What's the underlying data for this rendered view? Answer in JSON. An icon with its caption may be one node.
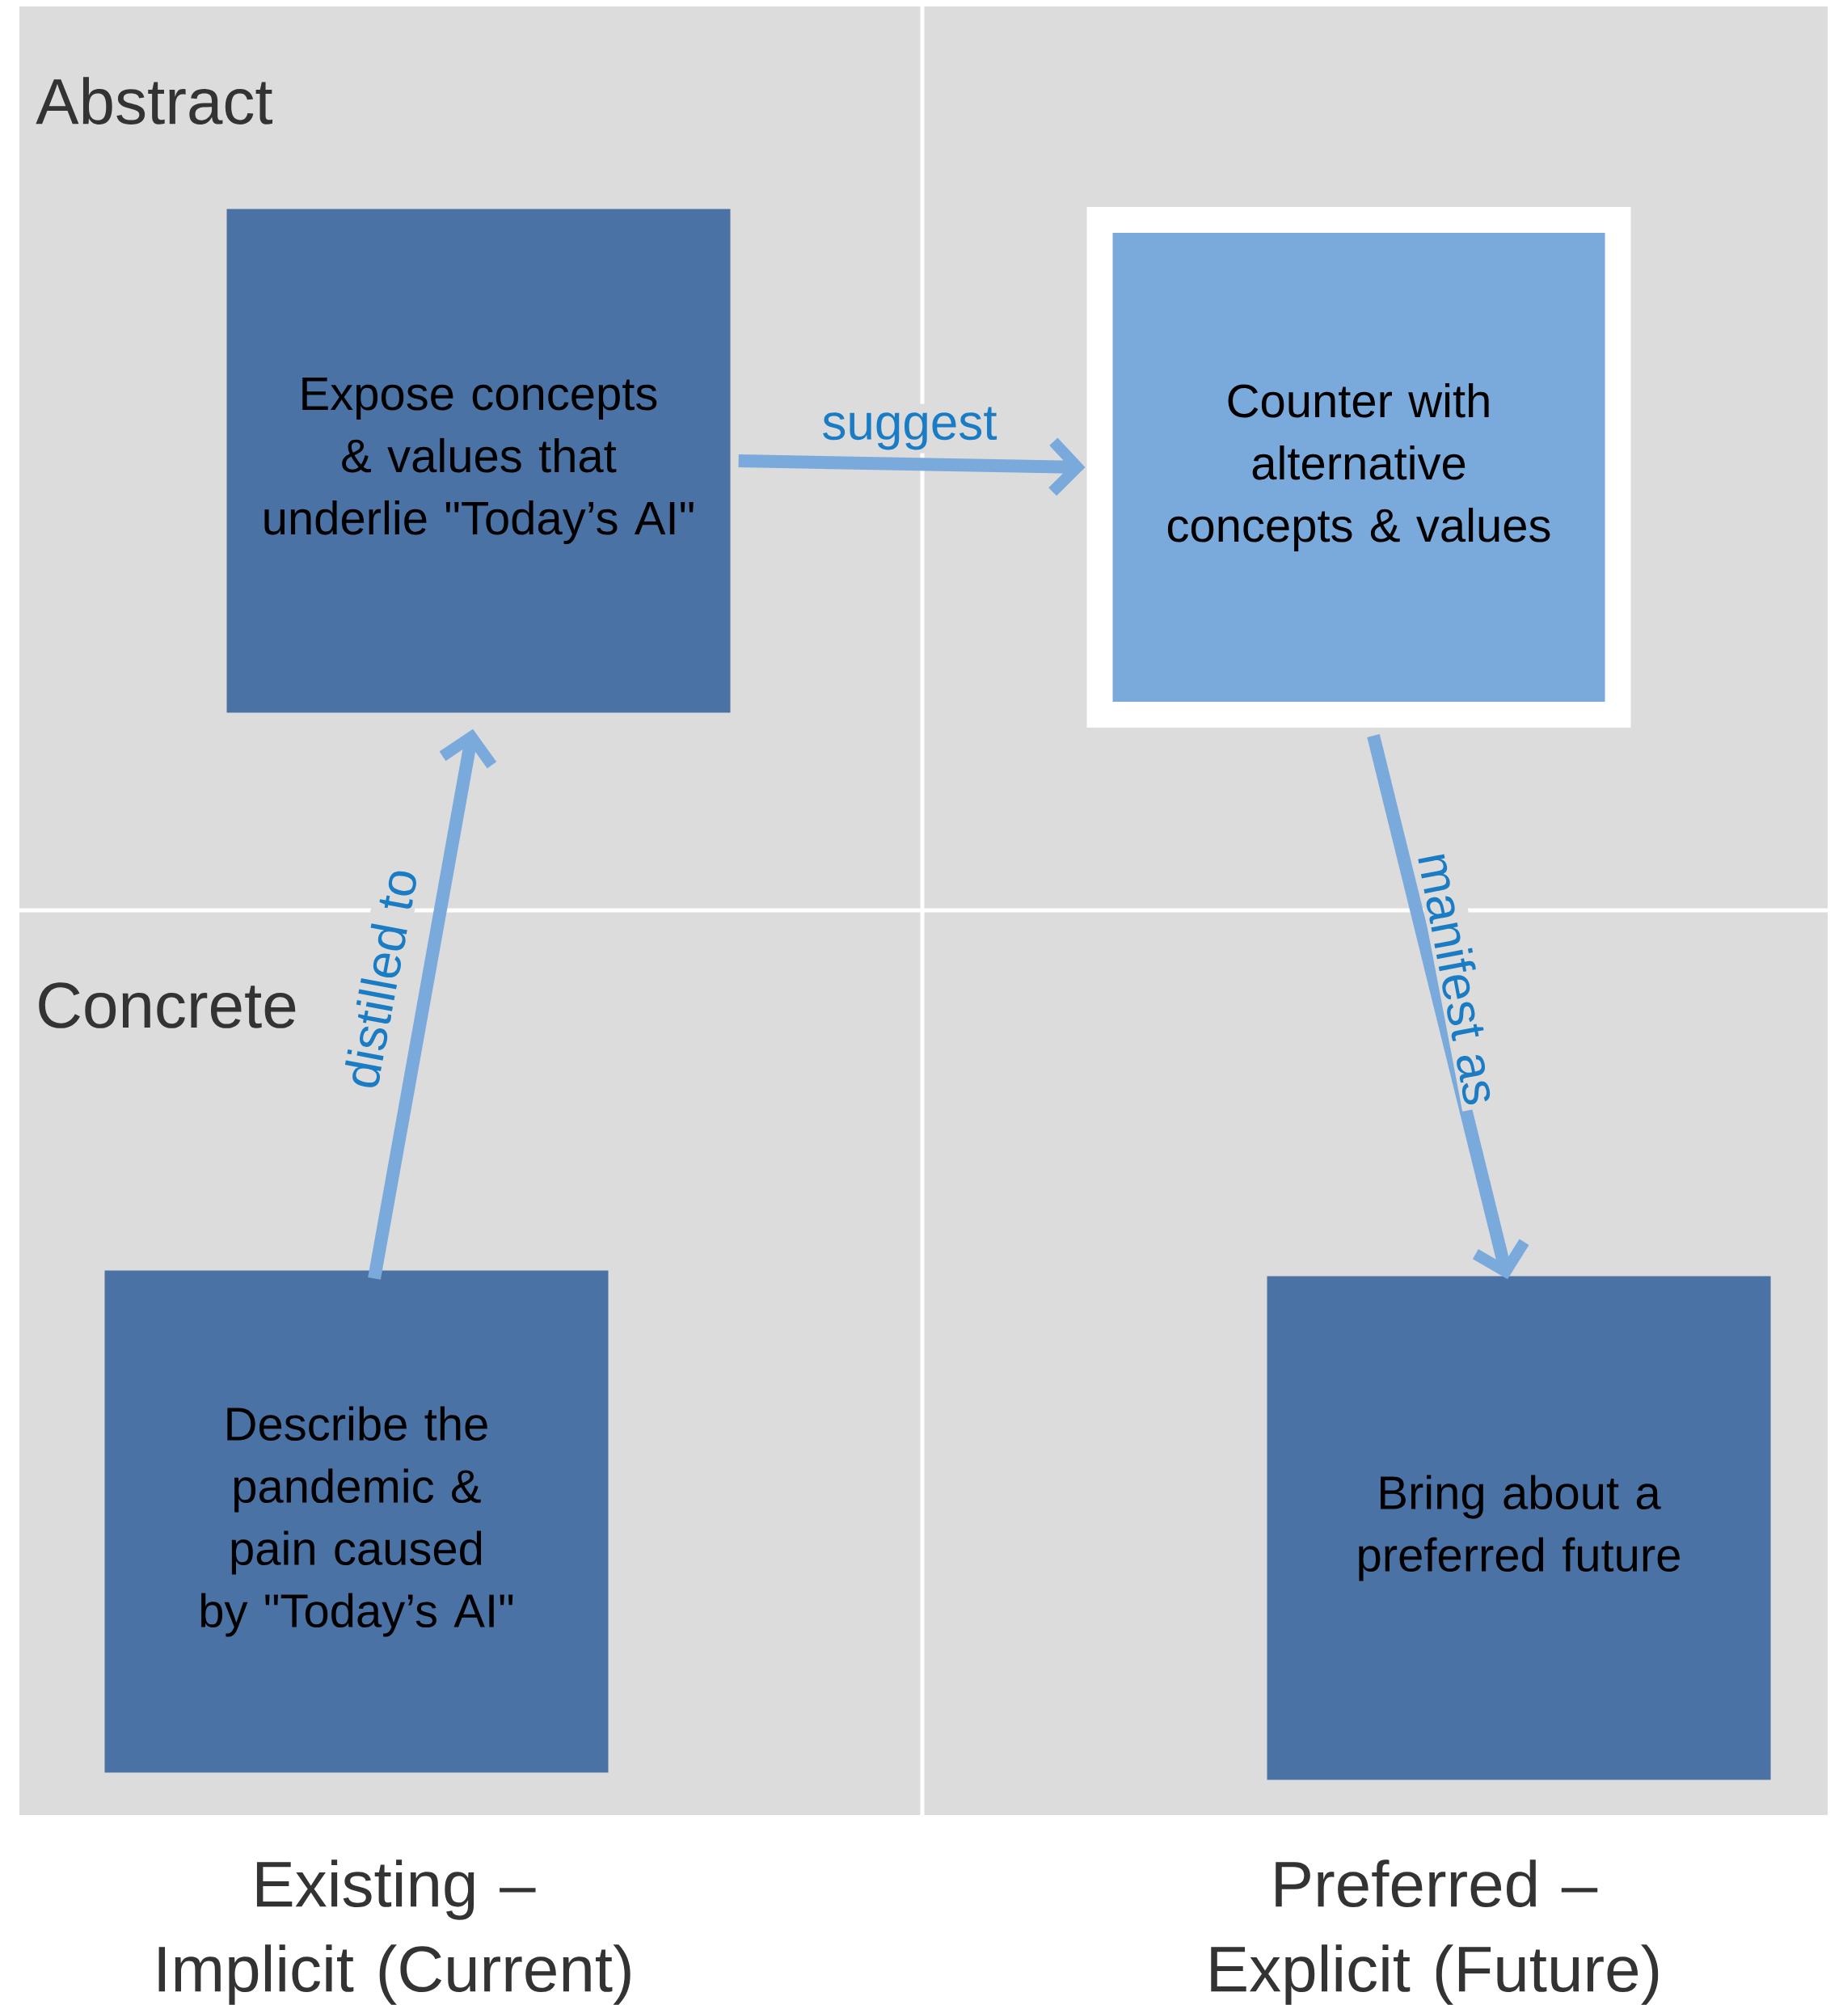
{
  "diagram": {
    "nodes": [
      {
        "text": [
          "Expose concepts & values that underlie \"Today’s AI\""
        ]
      },
      {
        "text": [
          "Counter with alternative concepts & values"
        ]
      },
      {
        "text": [
          "Describe the pandemic & pain caused by \"Today’s AI\""
        ]
      },
      {
        "text": [
          "Bring about a preferred future"
        ]
      }
    ],
    "edges": [
      {
        "from": 0,
        "to": 1,
        "arrow": "to",
        "label": "suggest"
      },
      {
        "from": 2,
        "to": 0,
        "arrow": "to",
        "label": "distilled to"
      },
      {
        "from": 1,
        "to": 3,
        "arrow": "to",
        "label": "manifest as"
      }
    ],
    "labels": [
      "Abstract",
      "Concrete",
      "Existing – Implicit (Current)",
      "Preferred – Explicit (Future)"
    ]
  }
}
